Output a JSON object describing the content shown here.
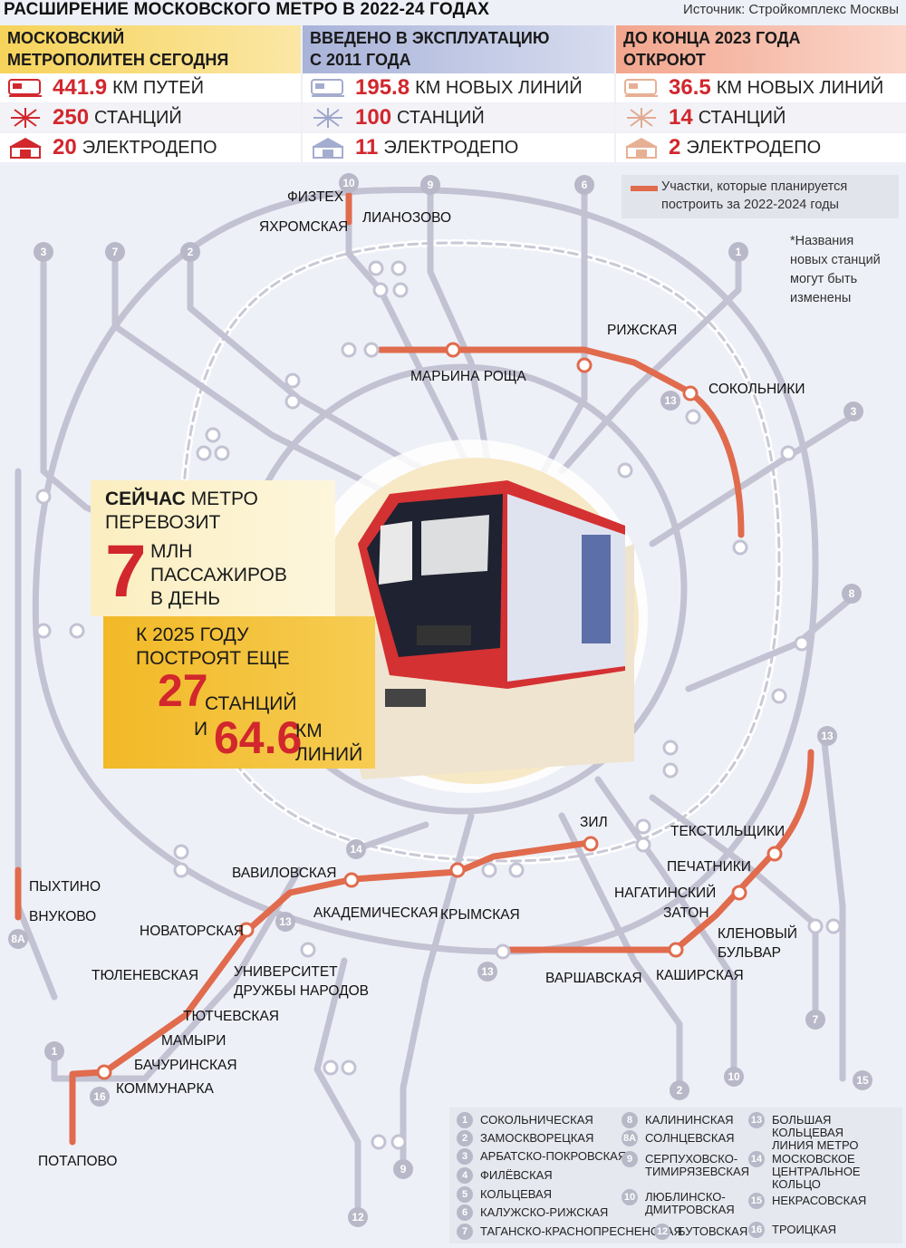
{
  "header": {
    "title": "РАСШИРЕНИЕ МОСКОВСКОГО МЕТРО В 2022-24 ГОДАХ",
    "source": "Источник: Стройкомплекс Москвы"
  },
  "stats": [
    {
      "heading_1": "МОСКОВСКИЙ",
      "heading_2": "МЕТРОПОЛИТЕН СЕГОДНЯ",
      "rows": [
        {
          "icon": "train-icon",
          "value": "441.9",
          "unit": "КМ ПУТЕЙ"
        },
        {
          "icon": "network-icon",
          "value": "250",
          "unit": "СТАНЦИЙ"
        },
        {
          "icon": "depot-icon",
          "value": "20",
          "unit": "ЭЛЕКТРОДЕПО"
        }
      ]
    },
    {
      "heading_1": "ВВЕДЕНО В ЭКСПЛУАТАЦИЮ",
      "heading_2": "С 2011 ГОДА",
      "rows": [
        {
          "icon": "train-icon",
          "value": "195.8",
          "unit": "КМ НОВЫХ ЛИНИЙ"
        },
        {
          "icon": "network-icon",
          "value": "100",
          "unit": "СТАНЦИЙ"
        },
        {
          "icon": "depot-icon",
          "value": "11",
          "unit": "ЭЛЕКТРОДЕПО"
        }
      ]
    },
    {
      "heading_1": "ДО КОНЦА 2023 ГОДА",
      "heading_2": "ОТКРОЮТ",
      "rows": [
        {
          "icon": "train-icon",
          "value": "36.5",
          "unit": "КМ НОВЫХ ЛИНИЙ"
        },
        {
          "icon": "network-icon",
          "value": "14",
          "unit": "СТАНЦИЙ"
        },
        {
          "icon": "depot-icon",
          "value": "2",
          "unit": "ЭЛЕКТРОДЕПО"
        }
      ]
    }
  ],
  "map_legend": {
    "line_1": "Участки, которые планируется",
    "line_2": "построить за 2022-2024 годы",
    "planned_color": "#e06b4d"
  },
  "note": {
    "l1": "*Названия",
    "l2": "новых станций",
    "l3": "могут быть",
    "l4": "изменены"
  },
  "bubble": {
    "now_bold": "СЕЙЧАС",
    "now_rest": "МЕТРО",
    "carries": "ПЕРЕВОЗИТ",
    "passengers_num": "7",
    "passengers_l1": "МЛН",
    "passengers_l2": "ПАССАЖИРОВ",
    "passengers_l3": "В ДЕНЬ",
    "by2025_l1": "К 2025 ГОДУ",
    "by2025_l2": "ПОСТРОЯТ ЕЩЕ",
    "stations_num": "27",
    "stations_unit": "СТАНЦИЙ",
    "and": "И",
    "km_num": "64.6",
    "km_unit_1": "КМ",
    "km_unit_2": "ЛИНИЙ"
  },
  "station_labels": {
    "fiztekh": "ФИЗТЕХ",
    "yakhromskaya": "ЯХРОМСКАЯ",
    "lianozovo": "ЛИАНОЗОВО",
    "rizhskaya": "РИЖСКАЯ",
    "marina_roshcha": "МАРЬИНА РОЩА",
    "sokolniki": "СОКОЛЬНИКИ",
    "zil": "ЗИЛ",
    "tekstilshchiki": "ТЕКСТИЛЬЩИКИ",
    "pechatniki": "ПЕЧАТНИКИ",
    "nagatinsky_1": "НАГАТИНСКИЙ",
    "nagatinsky_2": "ЗАТОН",
    "klenovy_1": "КЛЕНОВЫЙ",
    "klenovy_2": "БУЛЬВАР",
    "kashirskaya": "КАШИРСКАЯ",
    "varshavskaya": "ВАРШАВСКАЯ",
    "krymskaya": "КРЫМСКАЯ",
    "akademicheskaya": "АКАДЕМИЧЕСКАЯ",
    "vavilovskaya": "ВАВИЛОВСКАЯ",
    "novatorskaya": "НОВАТОРСКАЯ",
    "universitet_1": "УНИВЕРСИТЕТ",
    "universitet_2": "ДРУЖБЫ НАРОДОВ",
    "tyulenevskaya": "ТЮЛЕНЕВСКАЯ",
    "tyutchevskaya": "ТЮТЧЕВСКАЯ",
    "mamyri": "МАМЫРИ",
    "bachurinskaya": "БАЧУРИНСКАЯ",
    "kommunarka": "КОММУНАРКА",
    "potapovo": "ПОТАПОВО",
    "pykhtino": "ПЫХТИНО",
    "vnukovo": "ВНУКОВО"
  },
  "line_numbers": [
    "1",
    "2",
    "3",
    "6",
    "7",
    "8",
    "8А",
    "9",
    "10",
    "12",
    "13",
    "14",
    "15",
    "16"
  ],
  "line_legend": [
    {
      "num": "1",
      "name": "СОКОЛЬНИЧЕСКАЯ"
    },
    {
      "num": "2",
      "name": "ЗАМОСКВОРЕЦКАЯ"
    },
    {
      "num": "3",
      "name": "АРБАТСКО-ПОКРОВСКАЯ"
    },
    {
      "num": "4",
      "name": "ФИЛЁВСКАЯ"
    },
    {
      "num": "5",
      "name": "КОЛЬЦЕВАЯ"
    },
    {
      "num": "6",
      "name": "КАЛУЖСКО-РИЖСКАЯ"
    },
    {
      "num": "7",
      "name": "ТАГАНСКО-КРАСНОПРЕСНЕНСКАЯ"
    },
    {
      "num": "8",
      "name": "КАЛИНИНСКАЯ"
    },
    {
      "num": "8А",
      "name": "СОЛНЦЕВСКАЯ"
    },
    {
      "num": "9",
      "name": "СЕРПУХОВСКО-",
      "name2": "ТИМИРЯЗЕВСКАЯ"
    },
    {
      "num": "10",
      "name": "ЛЮБЛИНСКО-",
      "name2": "ДМИТРОВСКАЯ"
    },
    {
      "num": "12",
      "name": "БУТОВСКАЯ"
    },
    {
      "num": "13",
      "name": "БОЛЬШАЯ КОЛЬЦЕВАЯ",
      "name2": "ЛИНИЯ МЕТРО"
    },
    {
      "num": "14",
      "name": "МОСКОВСКОЕ",
      "name2": "ЦЕНТРАЛЬНОЕ КОЛЬЦО"
    },
    {
      "num": "15",
      "name": "НЕКРАСОВСКАЯ"
    },
    {
      "num": "16",
      "name": "ТРОИЦКАЯ"
    }
  ]
}
